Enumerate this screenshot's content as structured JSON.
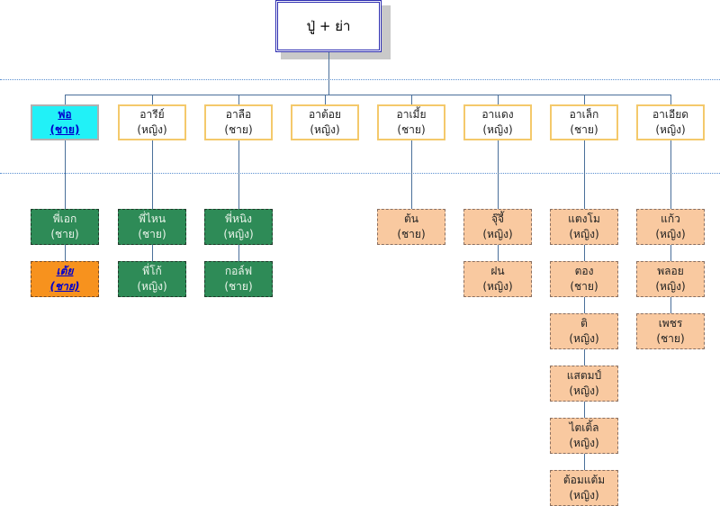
{
  "root": {
    "label": "ปู่ + ย่า"
  },
  "children": [
    {
      "name": "พ่อ",
      "gender": "(ชาย)",
      "selected": true,
      "kids": [
        {
          "name": "พี่เอก",
          "gender": "(ชาย)",
          "style": "green"
        },
        {
          "name": "เต้ย",
          "gender": "(ชาย)",
          "style": "orange"
        }
      ]
    },
    {
      "name": "อารีย์",
      "gender": "(หญิง)",
      "kids": [
        {
          "name": "พี่ไหน",
          "gender": "(ชาย)",
          "style": "green"
        },
        {
          "name": "พี่โก้",
          "gender": "(หญิง)",
          "style": "green"
        }
      ]
    },
    {
      "name": "อาลือ",
      "gender": "(ชาย)",
      "kids": [
        {
          "name": "พี่หนิง",
          "gender": "(หญิง)",
          "style": "green"
        },
        {
          "name": "กอล์ฟ",
          "gender": "(ชาย)",
          "style": "green"
        }
      ]
    },
    {
      "name": "อาต้อย",
      "gender": "(หญิง)",
      "kids": []
    },
    {
      "name": "อาเมี้ย",
      "gender": "(ชาย)",
      "kids": [
        {
          "name": "ต้น",
          "gender": "(ชาย)",
          "style": "peach"
        }
      ]
    },
    {
      "name": "อาแดง",
      "gender": "(หญิง)",
      "kids": [
        {
          "name": "จุ๊จี้",
          "gender": "(หญิง)",
          "style": "peach"
        },
        {
          "name": "ฝน",
          "gender": "(หญิง)",
          "style": "peach"
        }
      ]
    },
    {
      "name": "อาเล็ก",
      "gender": "(ชาย)",
      "kids": [
        {
          "name": "แตงโม",
          "gender": "(หญิง)",
          "style": "peach"
        },
        {
          "name": "ตอง",
          "gender": "(ชาย)",
          "style": "peach"
        },
        {
          "name": "ติ",
          "gender": "(หญิง)",
          "style": "peach"
        },
        {
          "name": "แสตมป์",
          "gender": "(หญิง)",
          "style": "peach"
        },
        {
          "name": "ไตเติ้ล",
          "gender": "(หญิง)",
          "style": "peach"
        },
        {
          "name": "ต้อมแต้ม",
          "gender": "(หญิง)",
          "style": "peach"
        }
      ]
    },
    {
      "name": "อาเอียด",
      "gender": "(หญิง)",
      "kids": [
        {
          "name": "แก้ว",
          "gender": "(หญิง)",
          "style": "peach"
        },
        {
          "name": "พลอย",
          "gender": "(หญิง)",
          "style": "peach"
        },
        {
          "name": "เพชร",
          "gender": "(ชาย)",
          "style": "peach"
        }
      ]
    }
  ]
}
